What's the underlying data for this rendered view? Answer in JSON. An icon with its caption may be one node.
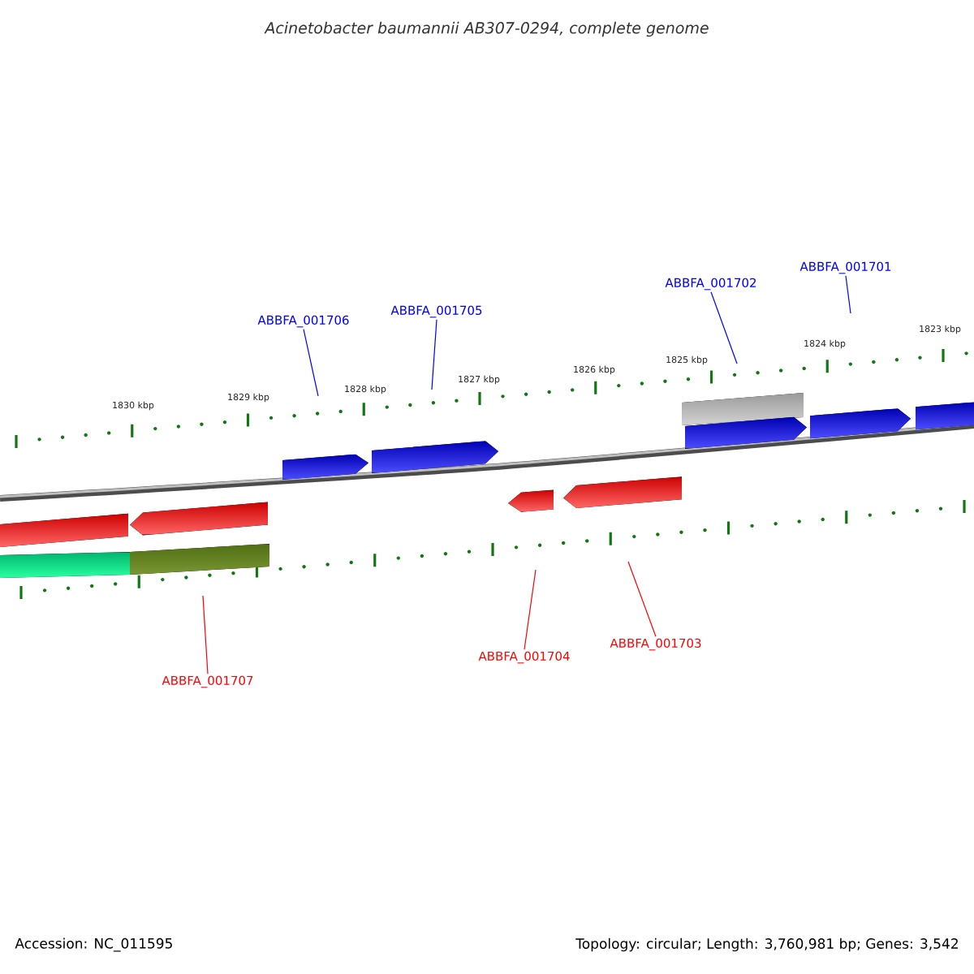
{
  "diagram": {
    "title": "Acinetobacter baumannii AB307-0294, complete genome",
    "nodes": [
      {
        "text": [
          "ABBFA_001706"
        ]
      },
      {
        "text": [
          "ABBFA_001705"
        ]
      },
      {
        "text": [
          "ABBFA_001702"
        ]
      },
      {
        "text": [
          "ABBFA_001701"
        ]
      },
      {
        "text": [
          "ABBFA_001707"
        ]
      },
      {
        "text": [
          "ABBFA_001704"
        ]
      },
      {
        "text": [
          "ABBFA_001703"
        ]
      }
    ],
    "edges": [
      {
        "from": 0,
        "to": null,
        "arrow": "none"
      },
      {
        "from": 1,
        "to": null,
        "arrow": "none"
      },
      {
        "from": 2,
        "to": null,
        "arrow": "none"
      },
      {
        "from": 3,
        "to": null,
        "arrow": "none"
      },
      {
        "from": 4,
        "to": null,
        "arrow": "none",
        "color": "#ff0000"
      },
      {
        "from": 5,
        "to": null,
        "arrow": "none",
        "color": "#ff0000"
      },
      {
        "from": 6,
        "to": null,
        "arrow": "none",
        "color": "#ff0000"
      }
    ],
    "labels": [
      "1830 kbp",
      "1829 kbp",
      "1828 kbp",
      "1827 kbp",
      "1826 kbp",
      "1825 kbp",
      "1824 kbp",
      "1823 kbp",
      "Accession: NC_011595",
      "Topology: circular; Length: 3,760,981 bp; Genes: 3,542"
    ]
  }
}
